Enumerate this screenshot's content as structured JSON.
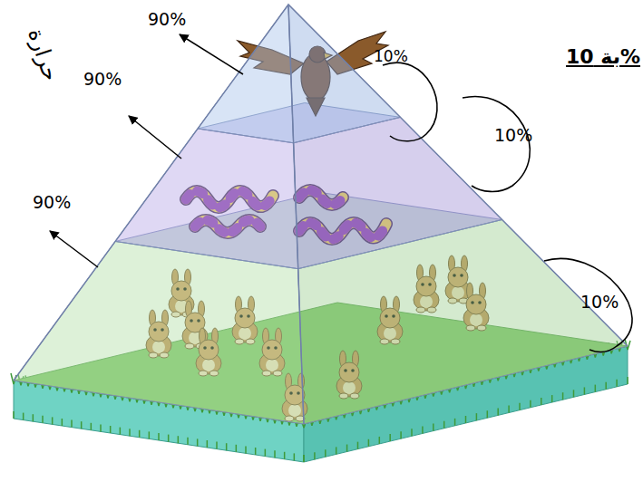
{
  "diagram": {
    "labels": [
      "حرارة",
      "90%",
      "10%",
      "90%",
      "10%",
      "90%",
      "10%",
      "بة 10%"
    ]
  }
}
